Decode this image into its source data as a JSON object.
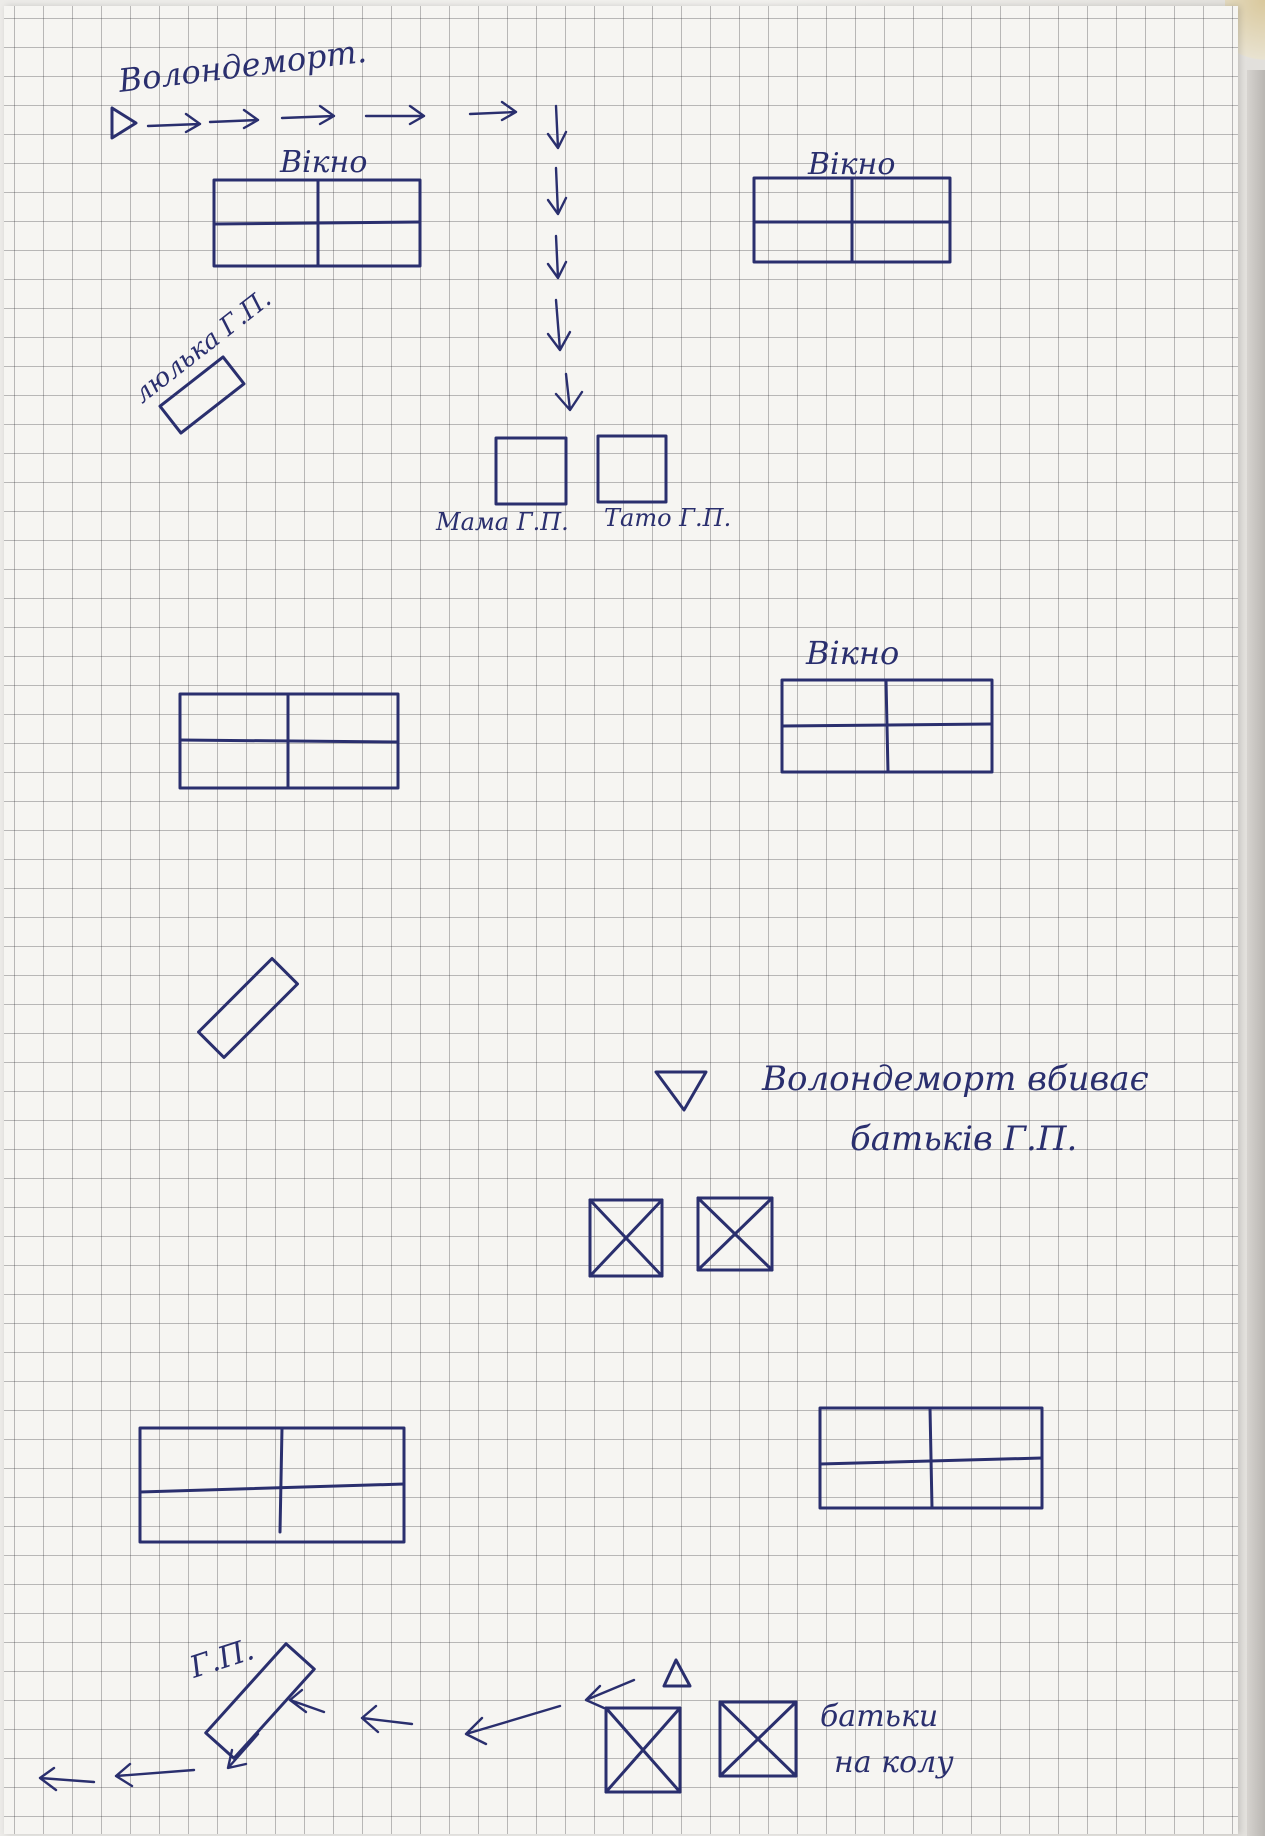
{
  "notes": {
    "voldemort_label": "Волондеморт.",
    "window_label_1": "Вікно",
    "window_label_2": "Вікно",
    "window_label_3": "Вікно",
    "harry_cradle_label": "люлька Г.П.",
    "mother_label": "Мама Г.П.",
    "father_label": "Тато Г.П.",
    "kills_line_1": "Волондеморт вбиває",
    "kills_line_2": "батьків Г.П.",
    "harry_label": "Г.П.",
    "parents_dead_line_1": "батьки",
    "parents_dead_line_2": "на колу"
  }
}
